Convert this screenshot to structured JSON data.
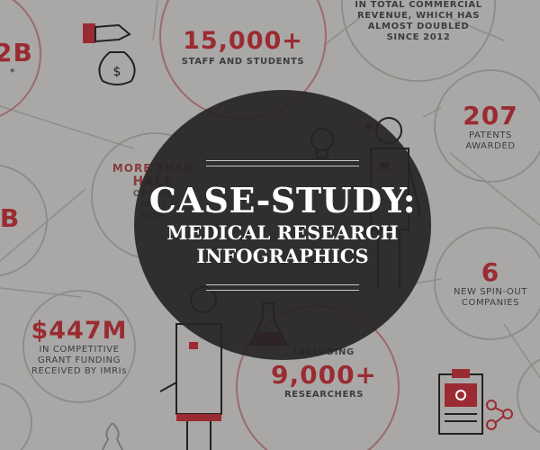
{
  "stats": {
    "commercial": {
      "text1": "IN TOTAL COMMERCIAL",
      "text2": "REVENUE, WHICH HAS",
      "text3": "ALMOST DOUBLED",
      "text4": "SINCE 2012"
    },
    "left_top_partial": {
      "value": "2B",
      "sub": "*"
    },
    "staff": {
      "value": "15,000+",
      "label": "STAFF AND STUDENTS"
    },
    "patents": {
      "value": "207",
      "line1": "PATENTS",
      "line2": "AWARDED"
    },
    "more_than": {
      "line1": "MORE THAN",
      "line2": "HALF",
      "line3": "OF THE",
      "line4": "IMRI",
      "line5": "NON"
    },
    "left_mid_partial": {
      "value": "B"
    },
    "spinout": {
      "value": "6",
      "line1": "NEW SPIN-OUT",
      "line2": "COMPANIES"
    },
    "grant": {
      "value": "$447M",
      "line1": "IN COMPETITIVE",
      "line2": "GRANT FUNDING",
      "line3": "RECEIVED BY IMRIs"
    },
    "researchers": {
      "line1": "INCLUDING",
      "value": "9,000+",
      "line2": "RESEARCHERS"
    }
  },
  "title": {
    "line1": "CASE-STUDY:",
    "line2": "MEDICAL RESEARCH",
    "line3": "INFOGRAPHICS"
  },
  "icons": [
    "money-bag-icon",
    "lightbulb-icon",
    "scientist-icon",
    "flask-icon",
    "clipboard-icon",
    "molecule-icon",
    "ribbon-icon"
  ],
  "colors": {
    "background": "#a9a8a6",
    "accent": "#9b2b32",
    "overlay": "#262424",
    "title": "#ffffff"
  }
}
